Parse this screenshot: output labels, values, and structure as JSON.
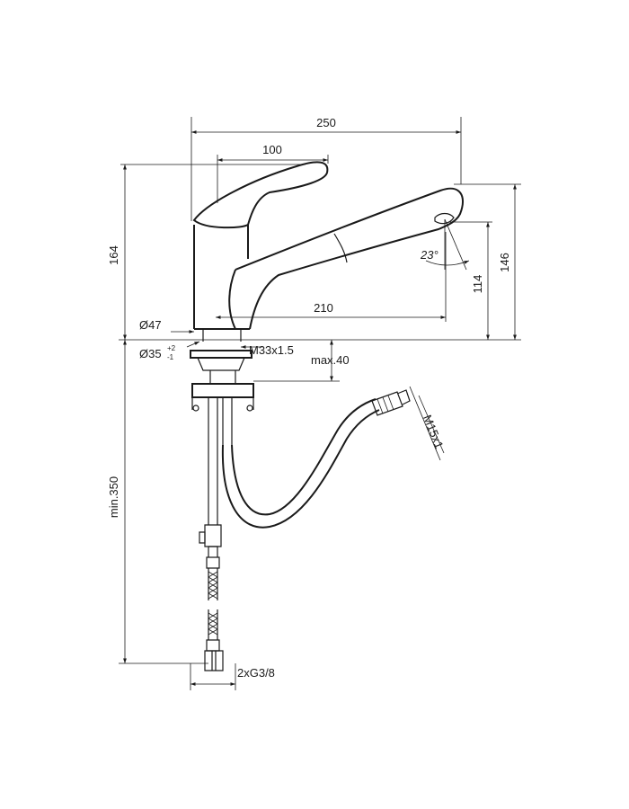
{
  "dimensions": {
    "overall_length": "250",
    "lever_length": "100",
    "spout_reach": "210",
    "total_height": "164",
    "spout_height": "146",
    "outlet_height": "114",
    "outlet_angle": "23°",
    "base_diameter": "Ø47",
    "hole_diameter": "Ø35",
    "hole_tol_plus": "+2",
    "hole_tol_minus": "-1",
    "thread": "M33x1.5",
    "max_deck": "max.40",
    "hose_length": "min.350",
    "hose_thread": "M15x1",
    "supply_thread": "2xG3/8"
  }
}
